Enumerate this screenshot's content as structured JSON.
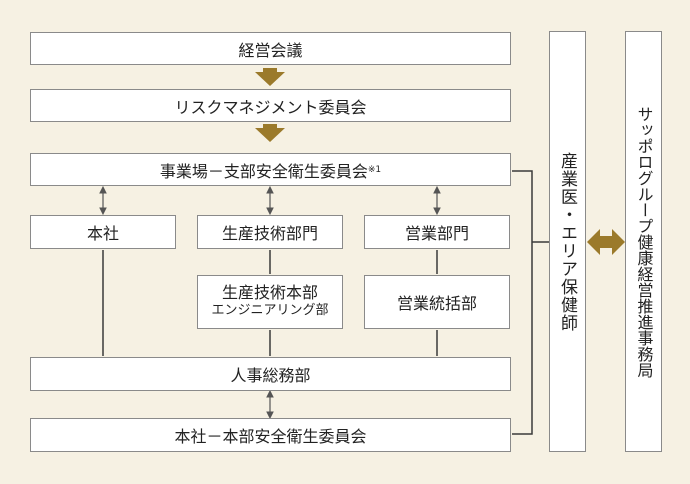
{
  "nodes": {
    "board": "経営会議",
    "risk": "リスクマネジメント委員会",
    "site_committee": "事業場－支部安全衛生委員会",
    "site_note": "※1",
    "head_office": "本社",
    "prod_tech": "生産技術部門",
    "sales_dept": "営業部門",
    "prod_tech_hq_line1": "生産技術本部",
    "prod_tech_hq_line2": "エンジニアリング部",
    "sales_general": "営業統括部",
    "hr_general": "人事総務部",
    "hq_committee": "本社－本部安全衛生委員会",
    "occupational_health": "産業医・エリア保健師",
    "health_office": "サッポログループ健康経営推進事務局"
  },
  "colors": {
    "background": "#f6f1e3",
    "box_fill": "#ffffff",
    "box_border": "#8a8a8a",
    "arrow_gold": "#9b7a2b",
    "line": "#3a3a3a"
  }
}
